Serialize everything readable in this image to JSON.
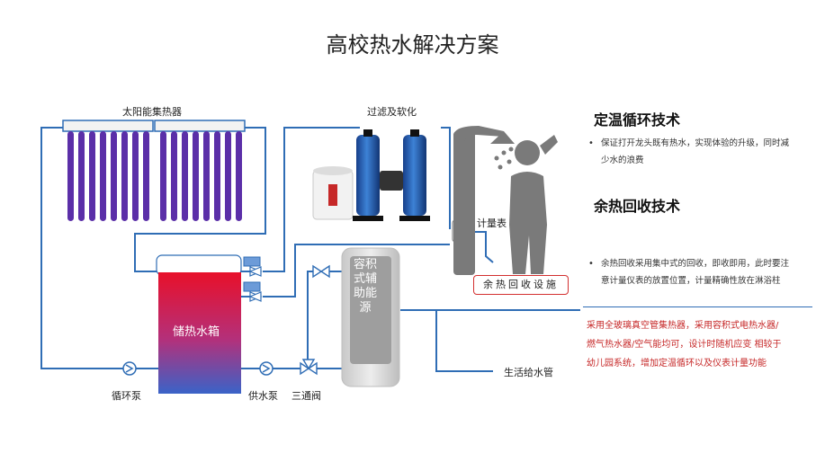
{
  "title": "高校热水解决方案",
  "labels": {
    "solar": "太阳能集热器",
    "filter": "过滤及软化",
    "meter": "计量表",
    "remote": "余热回收设施",
    "tank": "储热水箱",
    "aux": "容积式辅助能源",
    "circ_pump": "循环泵",
    "supply_pump": "供水泵",
    "valve3": "三通阀",
    "pipe_out": "生活给水管"
  },
  "section1": {
    "title": "定温循环技术",
    "bullet": "保证打开龙头既有热水，实现体验的升级，同时减少水的浪费"
  },
  "section2": {
    "title": "余热回收技术",
    "bullet": "余热回收采用集中式的回收，即收即用，此时要注意计量仪表的放置位置，计量精确性放在淋浴柱"
  },
  "note": "采用全玻璃真空管集热器，采用容积式电热水器/燃气热水器/空气能均可，设计时随机应变 相较于幼儿园系统，增加定温循环以及仪表计量功能",
  "colors": {
    "pipe": "#2f6db5",
    "note": "#c62828",
    "tube": "#5b2fa8",
    "accent_red": "#d32f2f"
  }
}
